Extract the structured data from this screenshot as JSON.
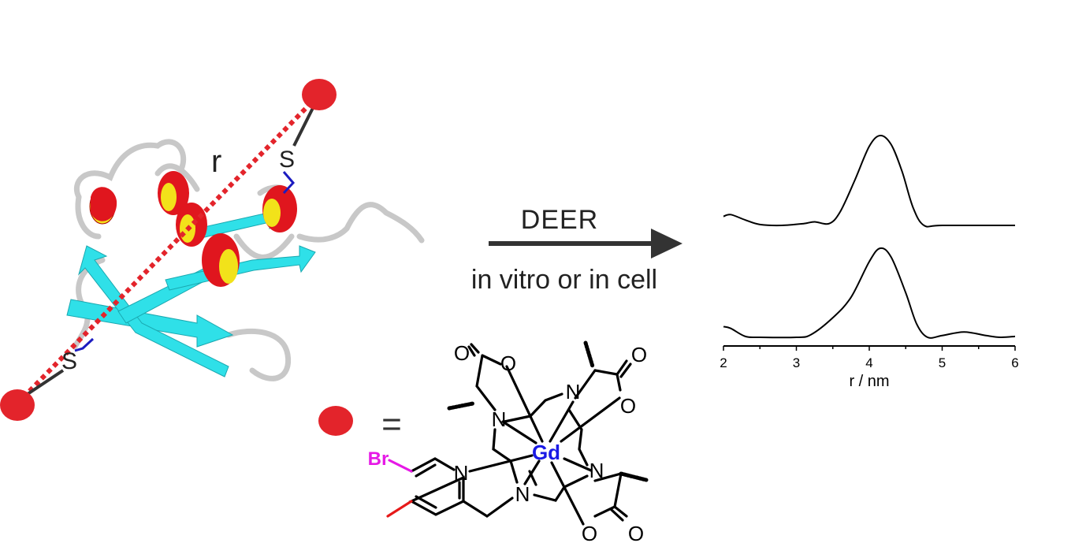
{
  "protein": {
    "distance_label": "r",
    "sulfur_top": "S",
    "sulfur_bottom": "S",
    "colors": {
      "helix": "#e0161e",
      "helix_inner": "#f2e21a",
      "sheet": "#2fe0e8",
      "coil": "#c8c8c8",
      "spin_label": "#e3242b",
      "linker": "#1c1cc0"
    }
  },
  "arrow": {
    "top_label": "DEER",
    "bottom_label": "in vitro or in cell"
  },
  "legend": {
    "equals": "=",
    "atoms": {
      "metal": "Gd",
      "halogen": "Br",
      "nitrogen": "N",
      "oxygen": "O"
    },
    "colors": {
      "metal": "#1a1ae6",
      "halogen": "#e619e6",
      "methyl": "#e61919"
    }
  },
  "chart_data": {
    "type": "line",
    "title": "",
    "xlabel": "r / nm",
    "ylabel": "",
    "xlim": [
      2,
      6
    ],
    "xticks": [
      "2",
      "3",
      "4",
      "5",
      "6"
    ],
    "grid": false,
    "series": [
      {
        "name": "top",
        "x": [
          2.0,
          2.1,
          2.3,
          2.5,
          2.8,
          3.1,
          3.25,
          3.45,
          3.6,
          3.8,
          4.0,
          4.15,
          4.3,
          4.45,
          4.6,
          4.75,
          5.0,
          6.0
        ],
        "y": [
          0.1,
          0.12,
          0.06,
          0.01,
          0.0,
          0.02,
          0.04,
          0.02,
          0.15,
          0.5,
          0.88,
          1.0,
          0.9,
          0.6,
          0.2,
          0.0,
          0.0,
          0.0
        ]
      },
      {
        "name": "bottom",
        "x": [
          2.0,
          2.1,
          2.3,
          2.5,
          3.0,
          3.2,
          3.5,
          3.75,
          4.0,
          4.15,
          4.3,
          4.5,
          4.65,
          4.8,
          5.0,
          5.3,
          5.6,
          5.8,
          6.0
        ],
        "y": [
          0.12,
          0.1,
          0.01,
          0.0,
          0.0,
          0.03,
          0.22,
          0.45,
          0.85,
          1.0,
          0.9,
          0.5,
          0.15,
          0.0,
          0.02,
          0.06,
          0.02,
          0.0,
          0.01
        ]
      }
    ]
  }
}
